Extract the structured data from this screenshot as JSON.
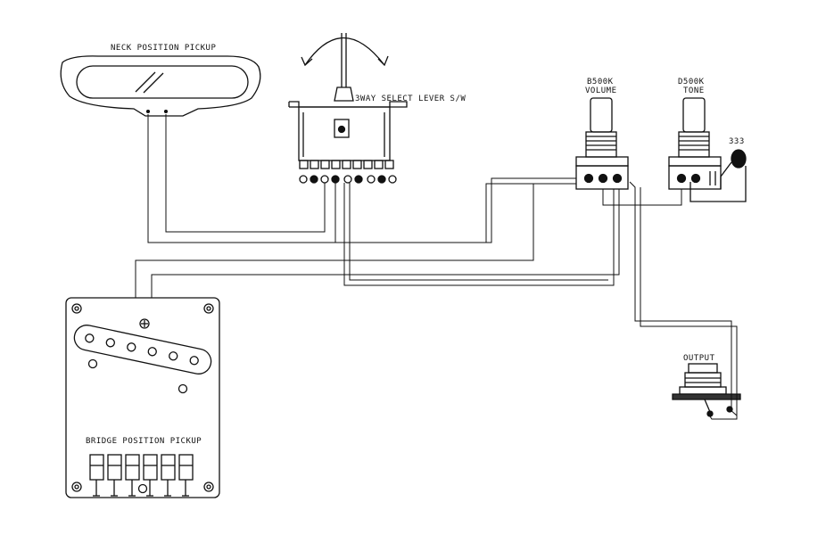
{
  "labels": {
    "neck_pickup": "NECK POSITION PICKUP",
    "selector_switch": "3WAY SELECT LEVER S/W",
    "volume_value": "B500K",
    "volume_name": "VOLUME",
    "tone_value": "D500K",
    "tone_name": "TONE",
    "capacitor": "333",
    "output": "OUTPUT",
    "bridge_pickup": "BRIDGE POSITION PICKUP"
  }
}
